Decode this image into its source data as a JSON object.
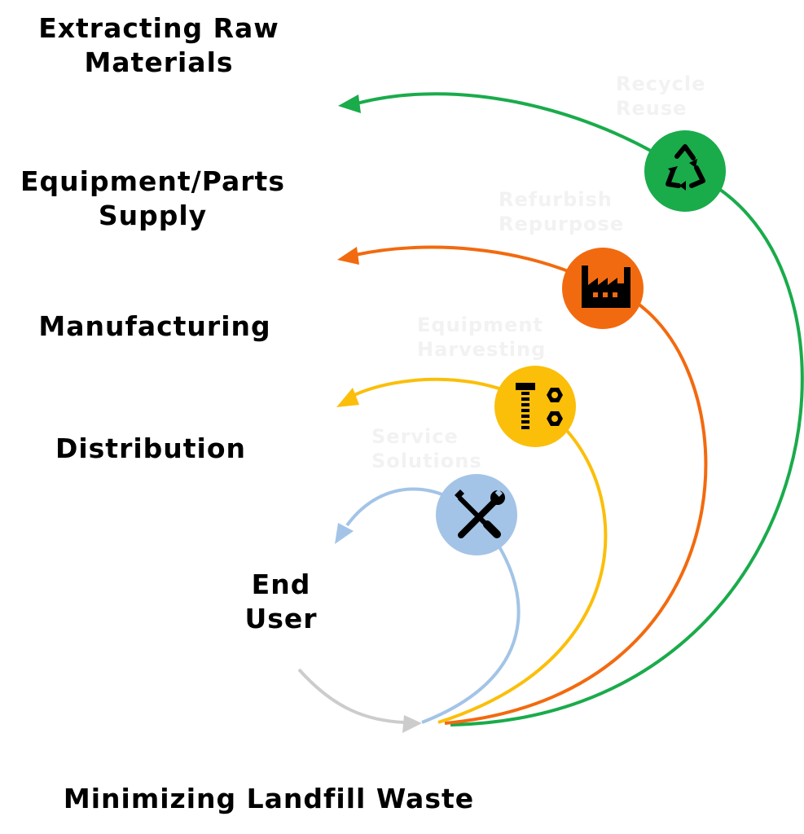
{
  "stages": {
    "extracting": "Extracting Raw\nMaterials",
    "equipment_supply": "Equipment/Parts\nSupply",
    "manufacturing": "Manufacturing",
    "distribution": "Distribution",
    "end_user": "End\nUser"
  },
  "loops": {
    "recycle": "Recycle\nReuse",
    "refurbish": "Refurbish\nRepurpose",
    "harvesting": "Equipment\nHarvesting",
    "service": "Service\nSolutions"
  },
  "footer": "Minimizing Landfill Waste",
  "colors": {
    "recycle": "#1aab4b",
    "refurbish": "#f26a0f",
    "harvesting": "#fbbf0a",
    "service": "#a3c4e6",
    "landfill": "#cccccc"
  },
  "icons": {
    "recycle": "recycle-icon",
    "refurbish": "factory-icon",
    "harvesting": "bolt-nut-icon",
    "service": "wrench-screwdriver-icon"
  }
}
